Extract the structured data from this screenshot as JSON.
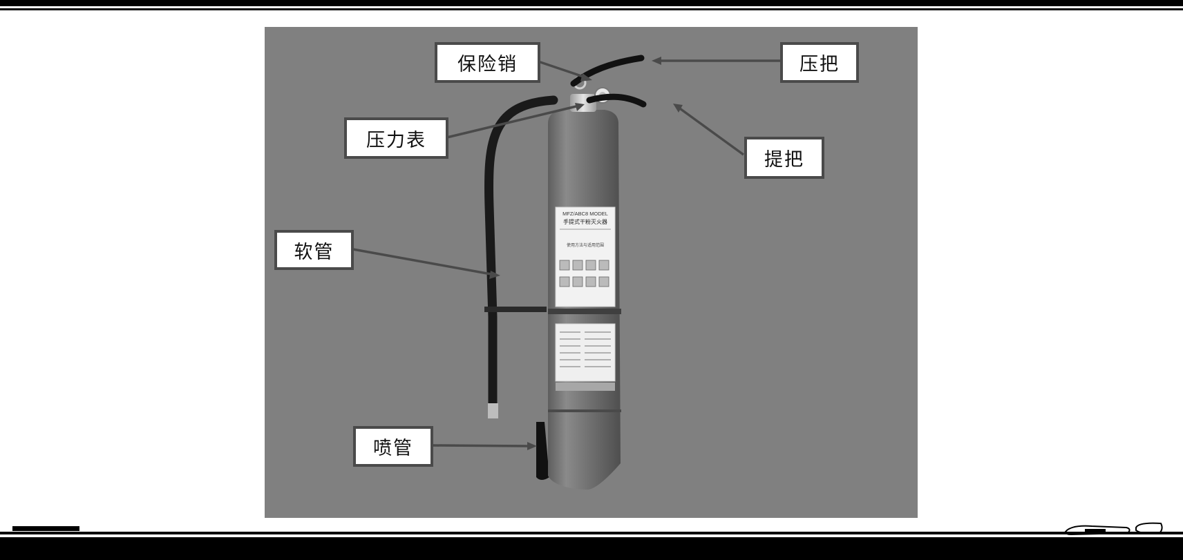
{
  "figure": {
    "labels": {
      "safety_pin": "保险销",
      "press_handle": "压把",
      "pressure_gauge": "压力表",
      "carry_handle": "提把",
      "hose": "软管",
      "nozzle": "喷管"
    },
    "extinguisher_label": {
      "model": "MFZ/ABC8 MODEL",
      "name": "手提式干粉灭火器",
      "usage_heading": "使用方法与适用范围"
    }
  },
  "colors": {
    "background_panel": "#808080",
    "callout_border": "#4a4a4a",
    "cylinder": "#707070",
    "hose": "#1a1a1a"
  }
}
